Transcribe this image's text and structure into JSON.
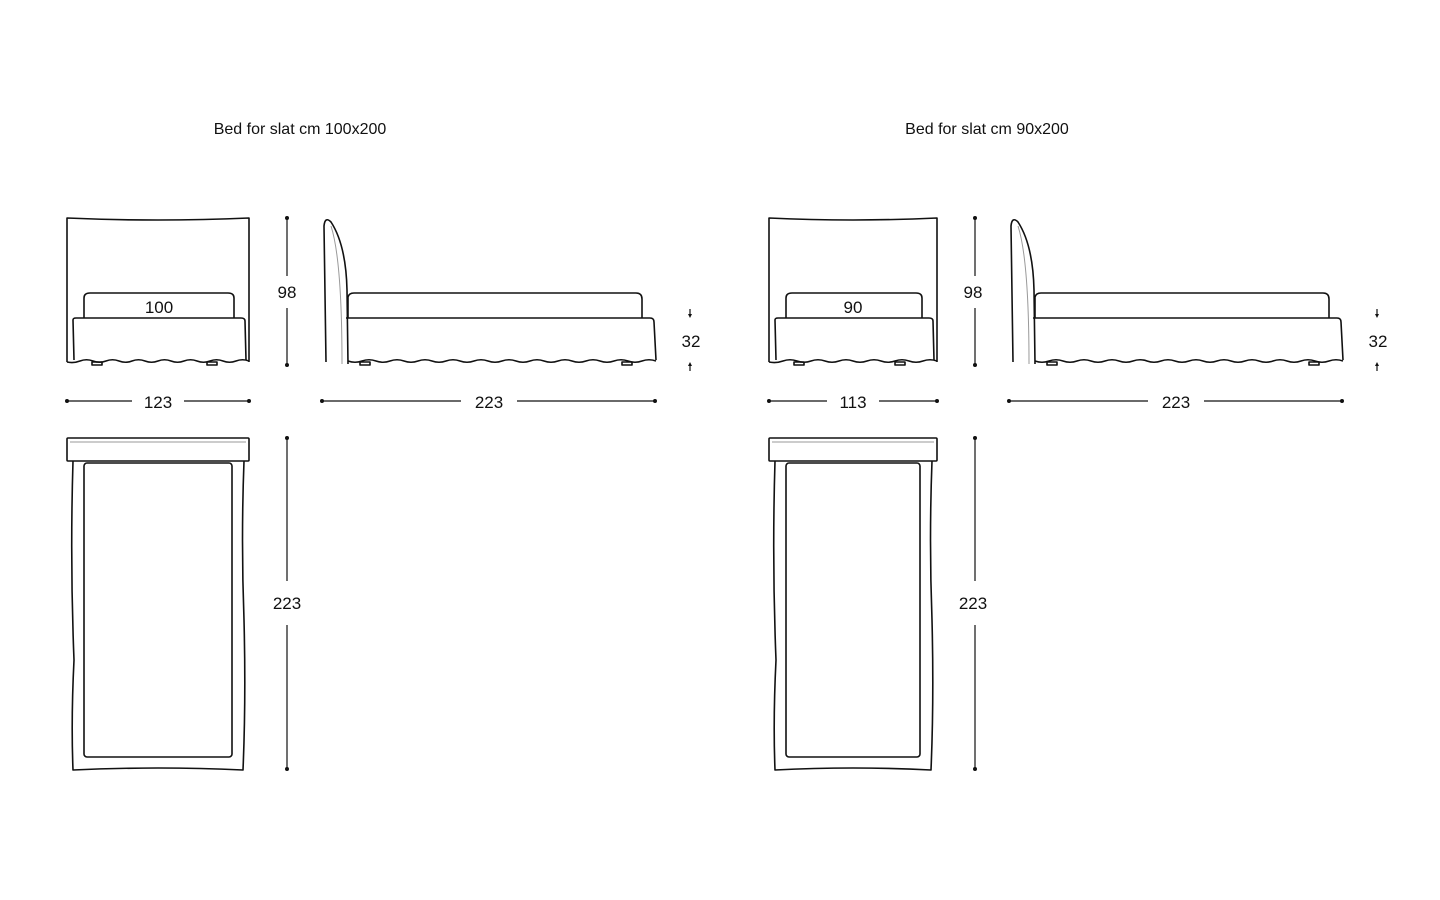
{
  "drawings": [
    {
      "title": "Bed for slat cm 100x200",
      "front_label": "100",
      "width": "123",
      "height": "98",
      "length_side": "223",
      "base_height": "32",
      "length_top": "223"
    },
    {
      "title": "Bed for slat cm 90x200",
      "front_label": "90",
      "width": "113",
      "height": "98",
      "length_side": "223",
      "base_height": "32",
      "length_top": "223"
    }
  ],
  "colors": {
    "line": "#111111",
    "background": "#ffffff"
  }
}
